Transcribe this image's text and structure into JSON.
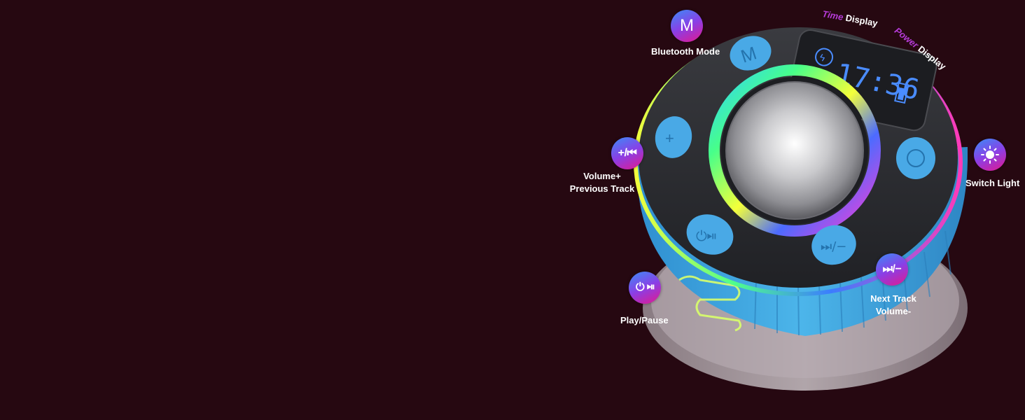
{
  "scene": {
    "background": "#260811",
    "display_time": "17:36"
  },
  "callouts": {
    "bluetooth_mode": {
      "badge": "M",
      "label": "Bluetooth Mode"
    },
    "volume_prev": {
      "badge": "+/⏮",
      "label_line1": "Volume+",
      "label_line2": "Previous Track"
    },
    "play_pause": {
      "badge": "⏻ ⏯",
      "label": "Play/Pause"
    },
    "switch_light": {
      "badge_icon": "sun-icon",
      "label": "Switch Light"
    },
    "next_volume": {
      "badge": "⏭/−",
      "label_line1": "Next Track",
      "label_line2": "Volume-"
    },
    "time_display": {
      "accent": "Time",
      "plain": "Display"
    },
    "power_display": {
      "accent": "Power",
      "plain": "Display"
    }
  },
  "colors": {
    "badge_blue": "#3a8df7",
    "badge_purple": "#8a3fe6",
    "badge_pink": "#e2188f",
    "speaker_body": "#3ea5dd",
    "speaker_top": "#2c2d31",
    "button_blue": "#49a9e6",
    "lcd_digits": "#4a8cff",
    "accent_text": "#b43bd6"
  }
}
